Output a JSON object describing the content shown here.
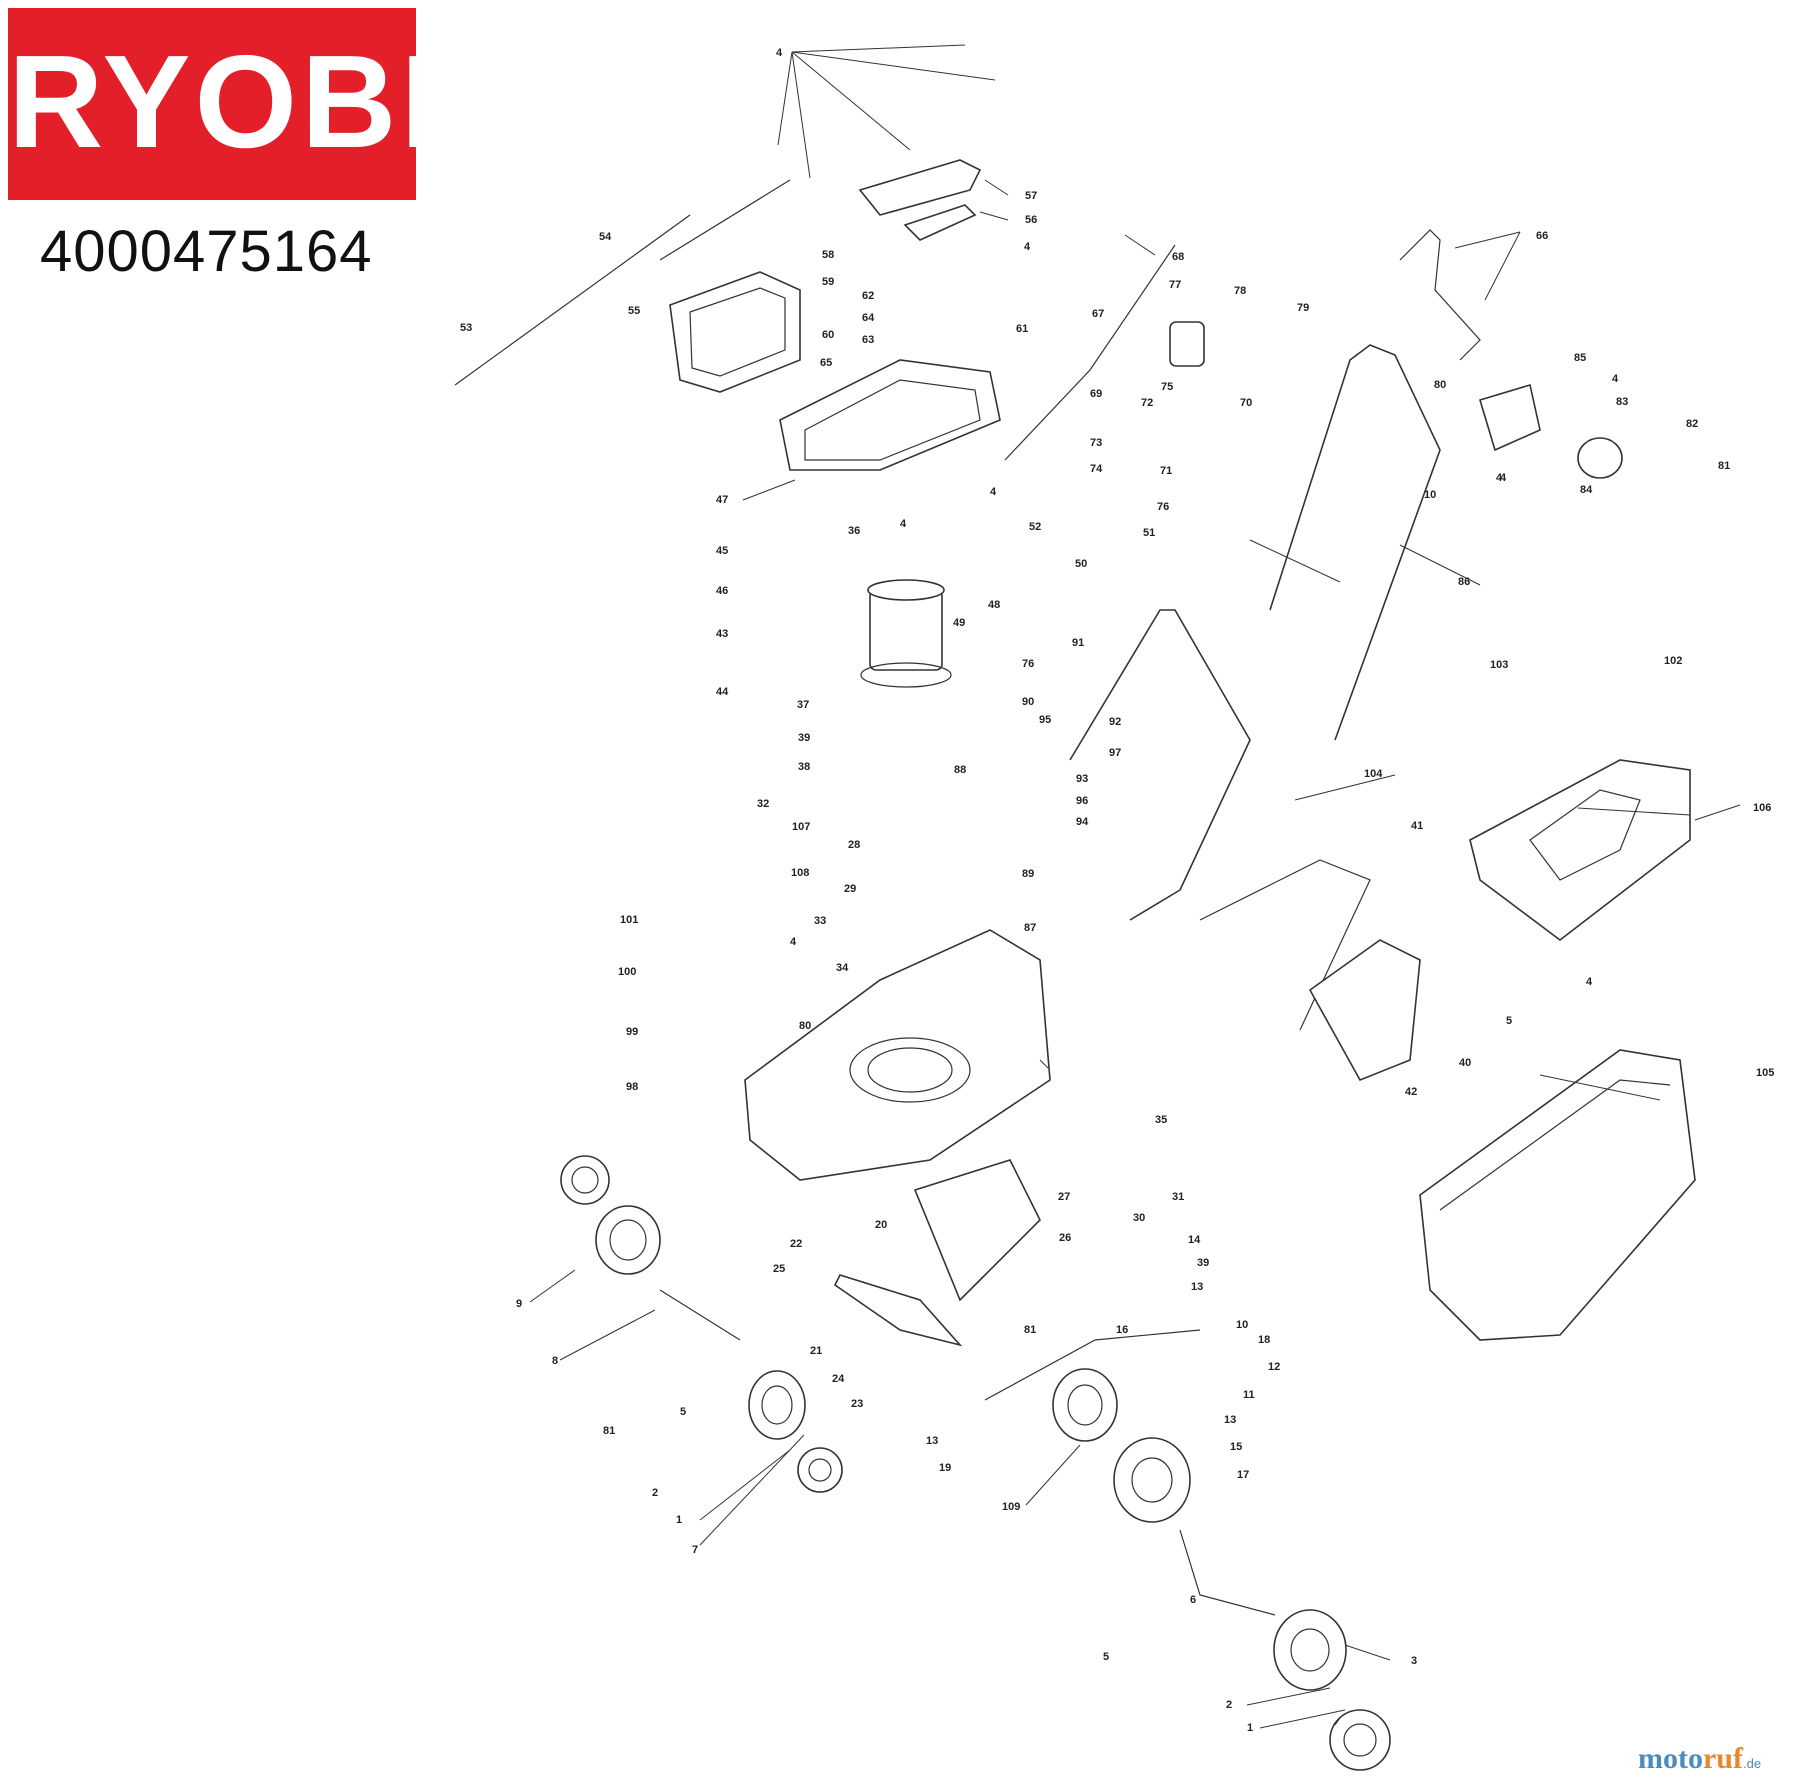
{
  "brand": {
    "name": "RYOBI",
    "color": "#e3202a"
  },
  "model_number": "4000475164",
  "watermark": {
    "left": "moto",
    "mid": "ruf",
    "suffix": ".de"
  },
  "callouts": [
    "1",
    "1",
    "2",
    "2",
    "3",
    "4",
    "4",
    "4",
    "4",
    "4",
    "4",
    "4",
    "4",
    "4",
    "5",
    "5",
    "5",
    "6",
    "7",
    "8",
    "9",
    "10",
    "10",
    "11",
    "12",
    "13",
    "13",
    "13",
    "14",
    "15",
    "16",
    "17",
    "18",
    "19",
    "20",
    "21",
    "22",
    "23",
    "24",
    "25",
    "26",
    "27",
    "28",
    "29",
    "30",
    "31",
    "32",
    "33",
    "34",
    "35",
    "36",
    "37",
    "38",
    "39",
    "39",
    "40",
    "41",
    "42",
    "43",
    "44",
    "45",
    "46",
    "47",
    "48",
    "49",
    "50",
    "51",
    "52",
    "53",
    "54",
    "55",
    "56",
    "57",
    "58",
    "59",
    "60",
    "61",
    "62",
    "63",
    "64",
    "65",
    "66",
    "67",
    "68",
    "69",
    "70",
    "71",
    "72",
    "73",
    "74",
    "75",
    "76",
    "76",
    "77",
    "78",
    "79",
    "80",
    "80",
    "81",
    "81",
    "81",
    "82",
    "83",
    "84",
    "85",
    "86",
    "87",
    "88",
    "89",
    "90",
    "91",
    "92",
    "93",
    "94",
    "95",
    "96",
    "97",
    "98",
    "99",
    "100",
    "101",
    "102",
    "103",
    "104",
    "105",
    "106",
    "107",
    "108",
    "109"
  ]
}
